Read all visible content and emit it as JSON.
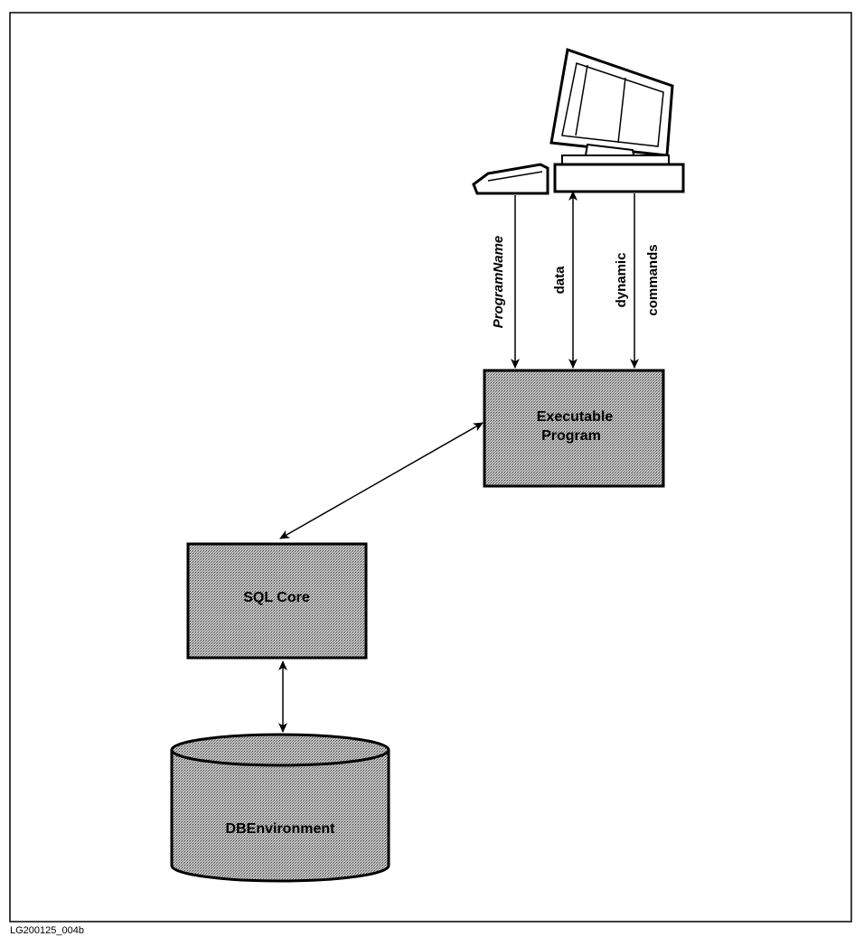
{
  "nodes": {
    "terminal": {
      "icon": "computer-terminal-icon"
    },
    "executable_program": {
      "line1": "Executable",
      "line2": "Program"
    },
    "sql_core": {
      "label": "SQL Core"
    },
    "dbenvironment": {
      "label": "DBEnvironment"
    }
  },
  "edges": {
    "program_name": {
      "label": "ProgramName",
      "direction": "terminal-to-program"
    },
    "data": {
      "label": "data",
      "direction": "bidirectional"
    },
    "dynamic_commands": {
      "line1": "dynamic",
      "line2": "commands",
      "direction": "terminal-to-program"
    },
    "program_core": {
      "direction": "bidirectional"
    },
    "core_db": {
      "direction": "bidirectional"
    }
  },
  "figure_id": "LG200125_004b",
  "colors": {
    "fill_pattern": "#9a9a9a",
    "stroke": "#000000"
  }
}
